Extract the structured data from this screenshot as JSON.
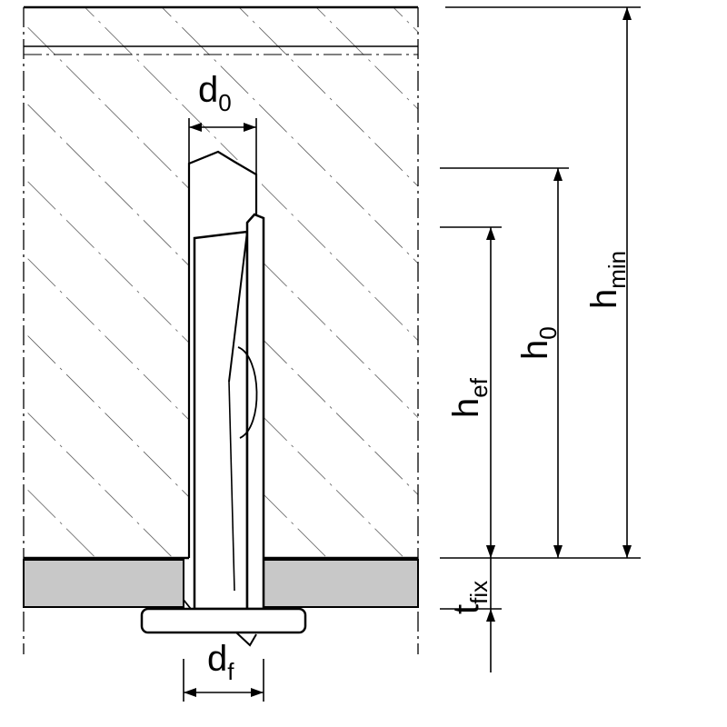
{
  "labels": {
    "d0": {
      "main": "d",
      "sub": "0"
    },
    "hef": {
      "main": "h",
      "sub": "ef"
    },
    "h0": {
      "main": "h",
      "sub": "0"
    },
    "hmin": {
      "main": "h",
      "sub": "min"
    },
    "tfix": {
      "main": "t",
      "sub": "fix"
    },
    "df": {
      "main": "d",
      "sub": "f"
    }
  },
  "colors": {
    "line": "#000000",
    "hatch": "#333333",
    "fixture_fill": "#c8c8c8",
    "background": "#ffffff"
  }
}
